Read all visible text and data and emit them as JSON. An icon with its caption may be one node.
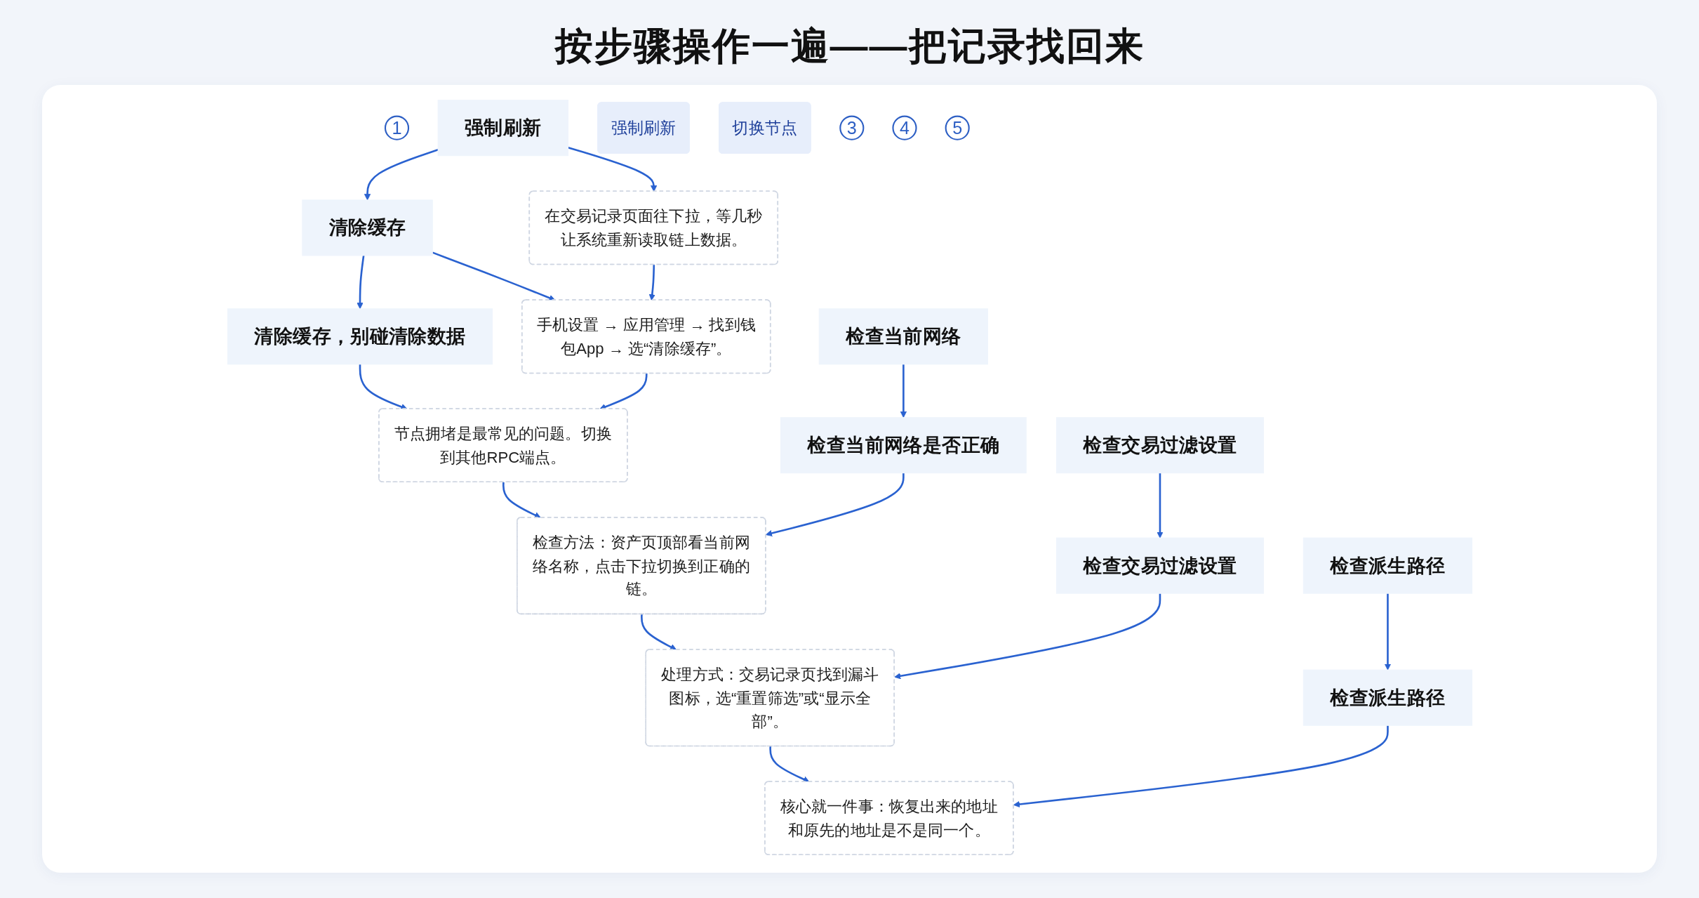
{
  "diagram": {
    "title": "按步骤操作一遍——把记录找回来",
    "nodes": [
      {
        "text": [
          "1"
        ]
      },
      {
        "text": [
          "强制刷新"
        ]
      },
      {
        "text": [
          "强制刷新"
        ]
      },
      {
        "text": [
          "清除缓存"
        ]
      },
      {
        "text": [
          "切换节点"
        ]
      },
      {
        "text": [
          "清除缓存，别碰清除数据"
        ]
      },
      {
        "text": [
          "在交易记录页面往下拉，等几秒让系统重新读取链上数据。"
        ]
      },
      {
        "text": [
          "手机设置 → 应用管理 → 找到钱包App → 选“清除缓存”。"
        ]
      },
      {
        "text": [
          "节点拥堵是最常见的问题。切换到其他RPC端点。"
        ]
      },
      {
        "text": [
          "3"
        ]
      },
      {
        "text": [
          "检查当前网络"
        ]
      },
      {
        "text": [
          "检查当前网络是否正确"
        ]
      },
      {
        "text": [
          "检查方法：资产页顶部看当前网络名称，点击下拉切换到正确的链。"
        ]
      },
      {
        "text": [
          "4"
        ]
      },
      {
        "text": [
          "检查交易过滤设置"
        ]
      },
      {
        "text": [
          "检查交易过滤设置"
        ]
      },
      {
        "text": [
          "处理方式：交易记录页找到漏斗图标，选“重置筛选”或“显示全部”。"
        ]
      },
      {
        "text": [
          "5"
        ]
      },
      {
        "text": [
          "检查派生路径"
        ]
      },
      {
        "text": [
          "检查派生路径"
        ]
      },
      {
        "text": [
          "核心就一件事：恢复出来的地址和原先的地址是不是同一个。"
        ]
      }
    ],
    "edges": [
      {
        "from": 1,
        "to": 3,
        "arrow": "to"
      },
      {
        "from": 3,
        "to": 5,
        "arrow": "to"
      },
      {
        "from": 1,
        "to": 6,
        "arrow": "to"
      },
      {
        "from": 3,
        "to": 7,
        "arrow": "to"
      },
      {
        "from": 5,
        "to": 8,
        "arrow": "to"
      },
      {
        "from": 6,
        "to": 7,
        "arrow": "to"
      },
      {
        "from": 7,
        "to": 8,
        "arrow": "to"
      },
      {
        "from": 8,
        "to": 12,
        "arrow": "to"
      },
      {
        "from": 10,
        "to": 11,
        "arrow": "to"
      },
      {
        "from": 11,
        "to": 12,
        "arrow": "to"
      },
      {
        "from": 12,
        "to": 16,
        "arrow": "to"
      },
      {
        "from": 14,
        "to": 15,
        "arrow": "to"
      },
      {
        "from": 15,
        "to": 16,
        "arrow": "to"
      },
      {
        "from": 16,
        "to": 20,
        "arrow": "to"
      },
      {
        "from": 18,
        "to": 19,
        "arrow": "to"
      },
      {
        "from": 19,
        "to": 20,
        "arrow": "to"
      }
    ]
  }
}
